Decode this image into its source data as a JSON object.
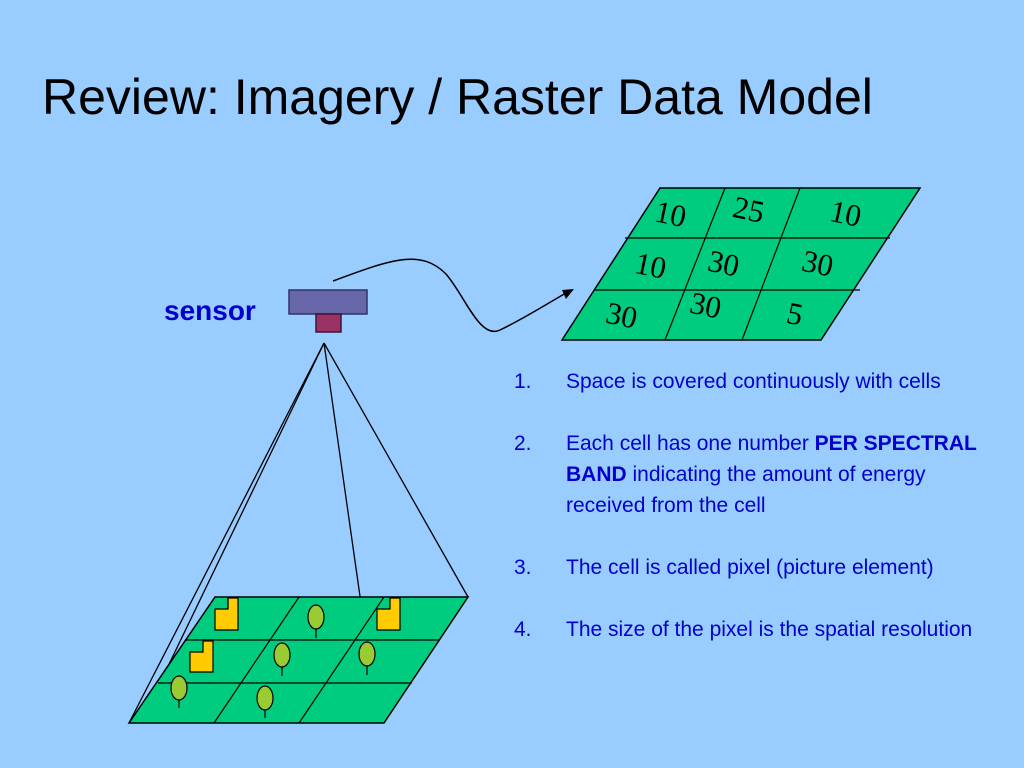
{
  "title": "Review: Imagery / Raster Data Model",
  "sensor": {
    "label": "sensor"
  },
  "raster": {
    "rows": [
      [
        "10",
        "25",
        "10"
      ],
      [
        "10",
        "30",
        "30"
      ],
      [
        "30",
        "30",
        "5"
      ]
    ]
  },
  "ground": {
    "features": [
      "building-icon",
      "tree-icon"
    ]
  },
  "points": [
    {
      "num": "1.",
      "text": "Space is covered continuously with cells"
    },
    {
      "num": "2.",
      "pre": "Each cell has one number ",
      "bold": "PER SPECTRAL BAND",
      "post": " indicating the amount of energy received from the cell"
    },
    {
      "num": "3.",
      "text": "The cell is called pixel (picture element)"
    },
    {
      "num": "4.",
      "text": "The size of the pixel is the spatial resolution"
    }
  ],
  "colors": {
    "background": "#99ccff",
    "grid_fill": "#00cc80",
    "text_blue": "#0000cc",
    "sensor_body": "#6666a8",
    "sensor_lens": "#993366",
    "building": "#ffcc00",
    "tree": "#99cc33"
  }
}
